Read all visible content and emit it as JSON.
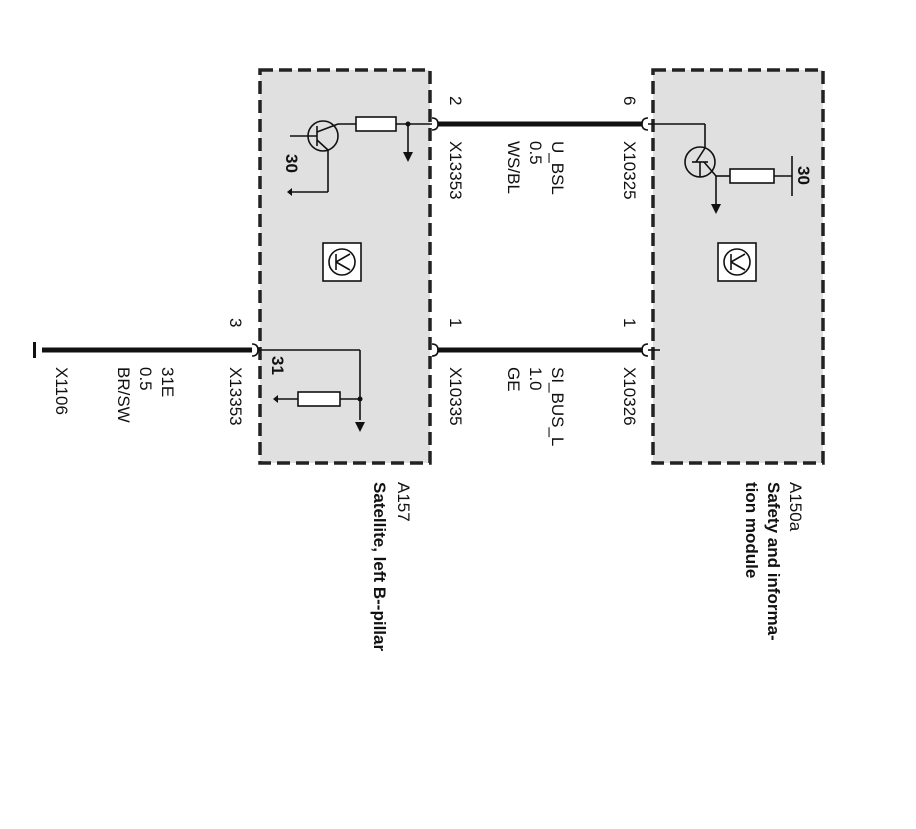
{
  "modules": [
    {
      "id": "A157",
      "name": "Satellite, left B--pillar"
    },
    {
      "id": "A150a",
      "name_lines": [
        "Safety and informa-",
        "tion module"
      ]
    }
  ],
  "wires": [
    {
      "signal": "U_BSL",
      "cross_section": "0.5",
      "color": "WS/BL",
      "pin_a": "2",
      "connector_a": "X13353",
      "pin_b": "6",
      "connector_b": "X10325"
    },
    {
      "signal": "SI_BUS_L",
      "cross_section": "1.0",
      "color": "GE",
      "pin_a": "1",
      "connector_a": "X10335",
      "pin_b": "1",
      "connector_b": "X10326"
    },
    {
      "signal": "31E",
      "cross_section": "0.5",
      "color": "BR/SW",
      "pin": "3",
      "connector": "X13353",
      "ground": "X1106"
    }
  ],
  "terminals": {
    "a157_supply": "30",
    "a157_ground": "31",
    "a150a_supply": "30"
  },
  "colors": {
    "module_fill": "#e0e0e0",
    "line": "#111111"
  },
  "icons": [
    "transistor-symbol-icon",
    "module-symbol-icon",
    "ground-symbol-icon"
  ]
}
